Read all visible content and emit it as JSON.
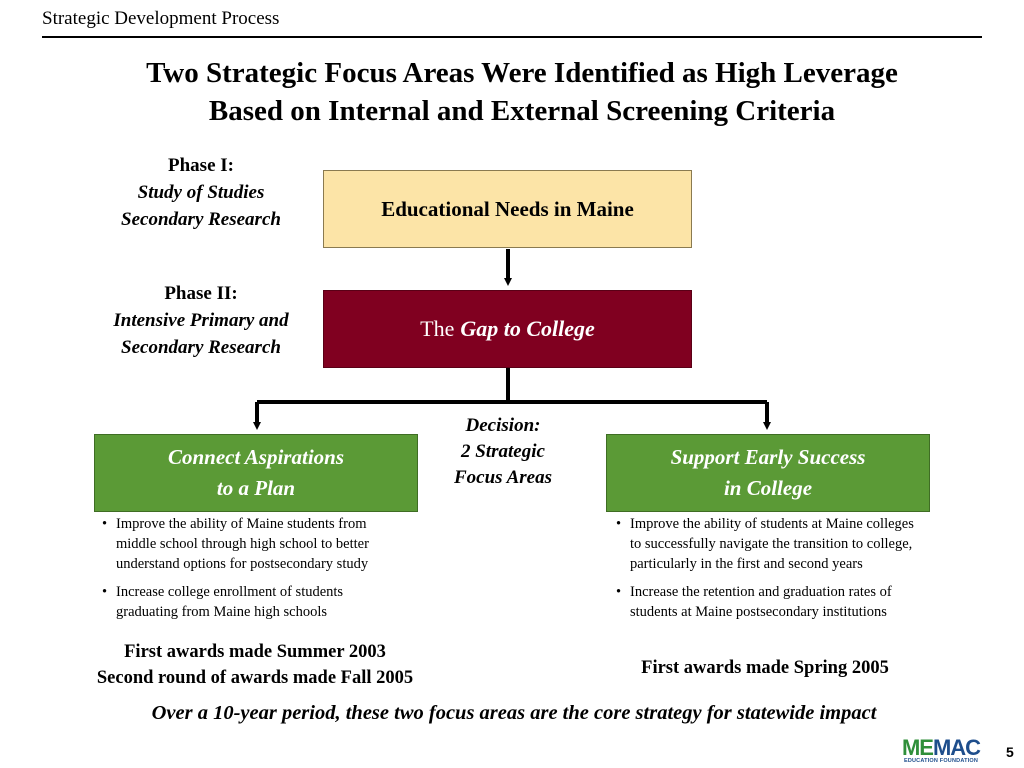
{
  "header": {
    "section_label": "Strategic Development Process",
    "title_line1": "Two Strategic Focus Areas Were Identified as High Leverage",
    "title_line2": "Based on Internal and External Screening Criteria"
  },
  "phases": [
    {
      "heading": "Phase I:",
      "line1": "Study of Studies",
      "line2": "Secondary Research"
    },
    {
      "heading": "Phase II:",
      "line1": "Intensive Primary and",
      "line2": "Secondary Research"
    }
  ],
  "boxes": {
    "needs": "Educational Needs in Maine",
    "gap_prefix": "The",
    "gap_emphasis": "Gap to College",
    "connect_line1": "Connect Aspirations",
    "connect_line2": "to a Plan",
    "support_line1": "Support Early Success",
    "support_line2": "in College"
  },
  "decision": {
    "line1": "Decision:",
    "line2": "2 Strategic",
    "line3": "Focus Areas"
  },
  "bullets_left": [
    {
      "l1": "Improve the ability of Maine students from",
      "l2": "middle school through high school to better",
      "l3": "understand options for postsecondary study"
    },
    {
      "l1": "Increase college enrollment of students",
      "l2": "graduating from Maine high schools"
    }
  ],
  "bullets_right": [
    {
      "l1": "Improve the ability of students at Maine colleges",
      "l2": "to successfully navigate the transition to college,",
      "l3": "particularly in the first and second years"
    },
    {
      "l1": "Increase the retention and graduation rates of",
      "l2": "students at Maine postsecondary institutions"
    }
  ],
  "awards": {
    "left_line1": "First awards made Summer 2003",
    "left_line2": "Second round of awards made Fall 2005",
    "right_line1": "First awards made Spring 2005"
  },
  "footer": {
    "quote": "Over a 10-year period, these two focus areas are the core strategy for statewide impact",
    "logo_part1": "ME",
    "logo_part2": "MAC",
    "logo_sub": "EDUCATION FOUNDATION",
    "page_number": "5"
  },
  "colors": {
    "needs_box": "#fce4a7",
    "gap_box": "#800020",
    "focus_box": "#5b9a36"
  }
}
